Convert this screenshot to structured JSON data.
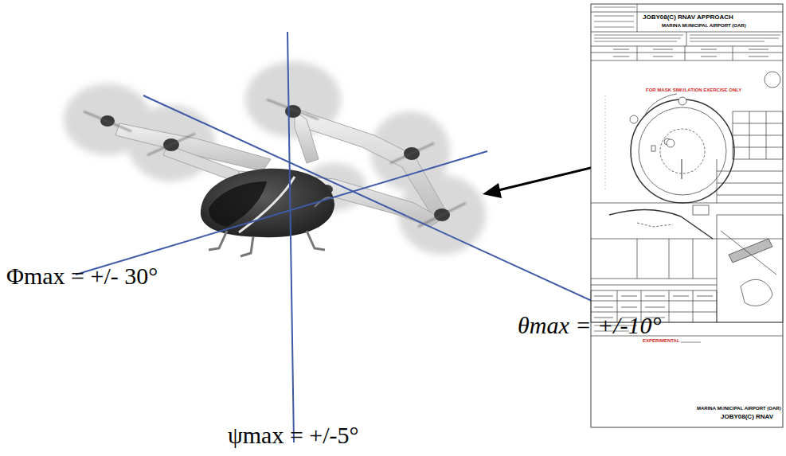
{
  "diagram": {
    "labels": [
      "Φmax = +/- 30°",
      "θmax = +/-10°",
      "ψmax = +/-5°",
      "JOBY08(C) RNAV APPROACH",
      "MARINA MUNICIPAL AIRPORT (OAR)",
      "FOR MASK SIMULATION EXERCISE ONLY",
      "EXPERIMENTAL",
      "MARINA MUNICIPAL AIRPORT (OAR)",
      "JOBY08(C) RNAV"
    ]
  }
}
